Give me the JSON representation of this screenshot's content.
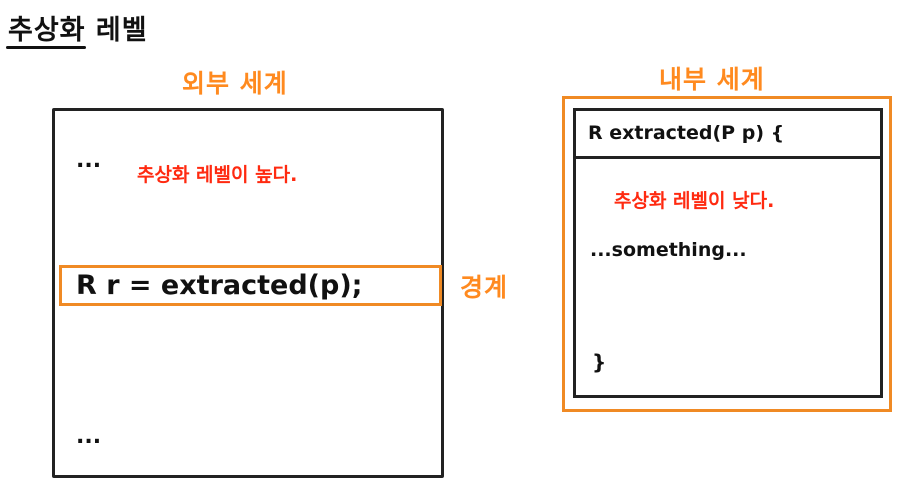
{
  "title": "추상화 레벨",
  "outer": {
    "heading": "외부 세계",
    "dots_top": "...",
    "note": "추상화 레벨이 높다.",
    "code": "R r = extracted(p);",
    "dots_bottom": "..."
  },
  "boundary": {
    "label": "경계"
  },
  "inner": {
    "heading": "내부 세계",
    "signature": "R extracted(P p) {",
    "note": "추상화 레벨이 낮다.",
    "body": "...something...",
    "closing": "}"
  },
  "colors": {
    "accent_orange": "#FF8A1F",
    "note_red": "#FF2A10",
    "ink": "#111111"
  }
}
